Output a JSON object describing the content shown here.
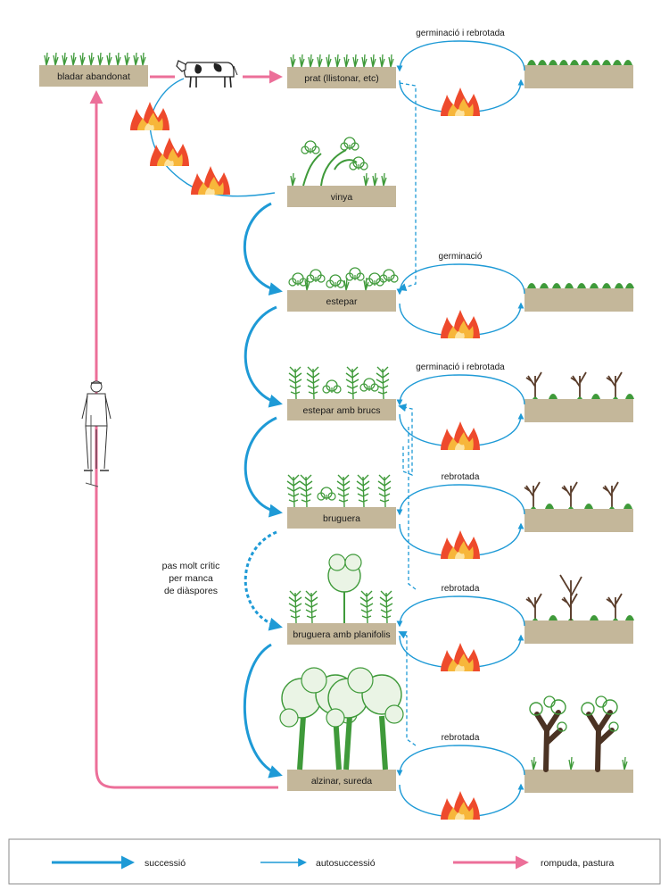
{
  "colors": {
    "succession": "#1e9ad6",
    "disturbance": "#ec6f99",
    "ground": "#c4b79a",
    "plant": "#3f9a3a",
    "fire_outer": "#ee4a2c",
    "fire_inner": "#f7b63a",
    "bark": "#5a3d2b"
  },
  "stages": {
    "bladar": "bladar abandonat",
    "prat": "prat (llistonar, etc)",
    "vinya": "vinya",
    "estepar": "estepar",
    "estepar_brucs": "estepar amb brucs",
    "bruguera": "bruguera",
    "bruguera_planifolis": "bruguera amb planifolis",
    "alzinar": "alzinar, sureda"
  },
  "loop_labels": {
    "prat": "germinació i rebrotada",
    "estepar": "germinació",
    "estepar_brucs": "germinació i rebrotada",
    "bruguera": "rebrotada",
    "bruguera_planifolis": "rebrotada",
    "alzinar": "rebrotada"
  },
  "note": {
    "line1": "pas molt crític",
    "line2": "per manca",
    "line3": "de diàspores"
  },
  "legend": {
    "succession": "successió",
    "autosuccession": "autosuccessió",
    "disturbance": "rompuda, pastura"
  },
  "icons": [
    "fire-icon",
    "cow-icon",
    "farmer-icon",
    "grass-icon",
    "shrub-icon",
    "tree-icon"
  ]
}
